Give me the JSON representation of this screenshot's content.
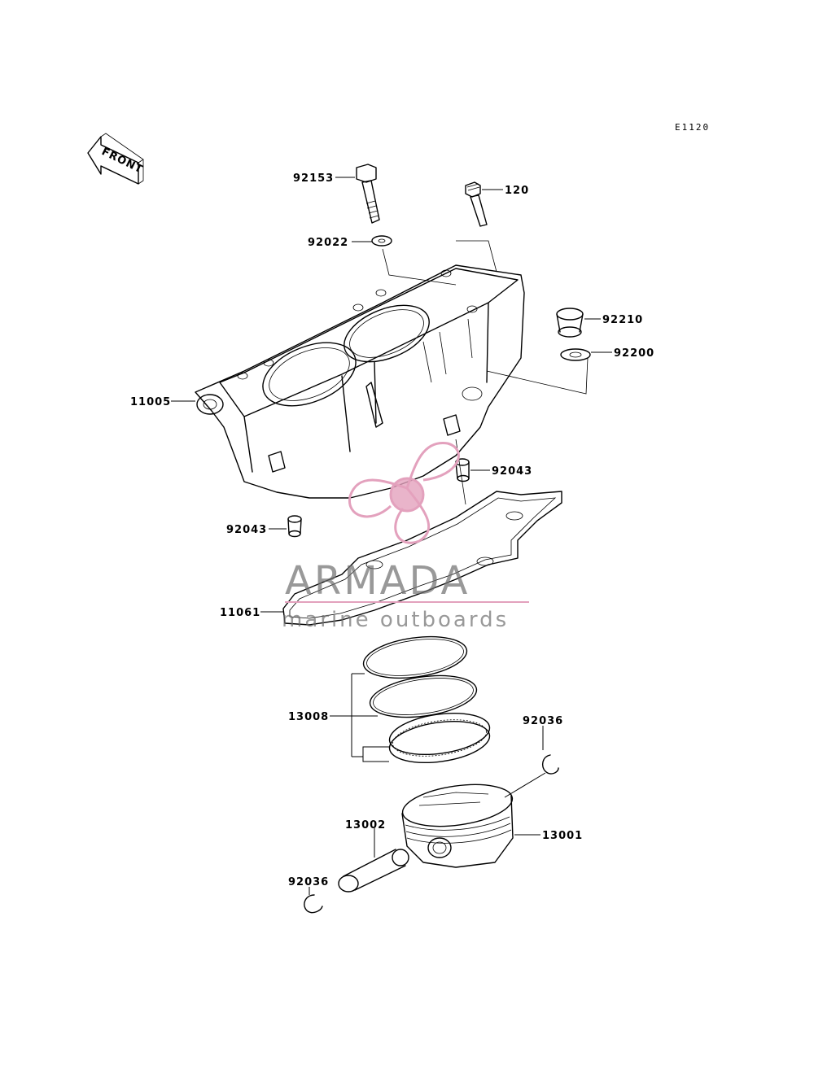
{
  "diagram": {
    "code": "E1120",
    "front_label": "FRONT",
    "parts": {
      "bolt_long": "92153",
      "bolt_short": "120",
      "washer": "92022",
      "cylinder": "11005",
      "collar": "92210",
      "collar_washer": "92200",
      "dowel_right": "92043",
      "dowel_left": "92043",
      "gasket": "11061",
      "piston_rings": "13008",
      "circlip_right": "92036",
      "piston": "13001",
      "piston_pin": "13002",
      "circlip_left": "92036"
    }
  },
  "watermark": {
    "brand": "ARMADA",
    "tagline": "marine outboards",
    "color_logo": "#e3a1bd",
    "color_text": "#6e6e6e"
  }
}
